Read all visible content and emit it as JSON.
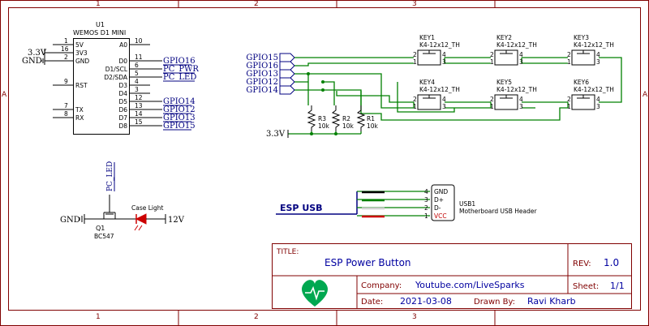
{
  "frame": {
    "columns": [
      "1",
      "2",
      "3"
    ],
    "rows": [
      "A",
      "A"
    ]
  },
  "u1": {
    "ref": "U1",
    "name": "WEMOS D1 MINI",
    "left_pins": [
      {
        "num": "1",
        "label": "5V"
      },
      {
        "num": "16",
        "label": "3V3"
      },
      {
        "num": "2",
        "label": "GND"
      },
      {
        "num": "9",
        "label": "RST"
      },
      {
        "num": "7",
        "label": "TX"
      },
      {
        "num": "8",
        "label": "RX"
      }
    ],
    "right_pins": [
      {
        "num": "10",
        "label": "A0"
      },
      {
        "num": "11",
        "label": "D0"
      },
      {
        "num": "6",
        "label": "D1/SCL"
      },
      {
        "num": "5",
        "label": "D2/SDA"
      },
      {
        "num": "4",
        "label": "D3"
      },
      {
        "num": "3",
        "label": "D4"
      },
      {
        "num": "12",
        "label": "D5"
      },
      {
        "num": "13",
        "label": "D6"
      },
      {
        "num": "14",
        "label": "D7"
      },
      {
        "num": "15",
        "label": "D8"
      }
    ],
    "net_labels": [
      "GPIO16",
      "PC_PWR",
      "PC_LED",
      "GPIO14",
      "GPIO12",
      "GPIO13",
      "GPIO15"
    ],
    "power_left": [
      "3.3V",
      "GND"
    ]
  },
  "gpio_ports": [
    "GPIO15",
    "GPIO16",
    "GPIO13",
    "GPIO12",
    "GPIO14"
  ],
  "switches": [
    {
      "ref": "KEY1",
      "value": "K4-12x12_TH"
    },
    {
      "ref": "KEY2",
      "value": "K4-12x12_TH"
    },
    {
      "ref": "KEY3",
      "value": "K4-12x12_TH"
    },
    {
      "ref": "KEY4",
      "value": "K4-12x12_TH"
    },
    {
      "ref": "KEY5",
      "value": "K4-12x12_TH"
    },
    {
      "ref": "KEY6",
      "value": "K4-12x12_TH"
    }
  ],
  "switch_pins": [
    "1",
    "2",
    "3",
    "4"
  ],
  "resistors": [
    {
      "ref": "R3",
      "value": "10k"
    },
    {
      "ref": "R2",
      "value": "10k"
    },
    {
      "ref": "R1",
      "value": "10k"
    }
  ],
  "supply_33": "3.3V",
  "transistor": {
    "ref": "Q1",
    "part": "BC547",
    "base_net": "PC_LED",
    "ground": "GND"
  },
  "case_light": {
    "label": "Case Light",
    "supply": "12V"
  },
  "usb": {
    "ref": "USB1",
    "name": "Motherboard USB Header",
    "net": "ESP USB",
    "pins": [
      {
        "num": "4",
        "label": "GND"
      },
      {
        "num": "3",
        "label": "D+"
      },
      {
        "num": "2",
        "label": "D-"
      },
      {
        "num": "1",
        "label": "VCC"
      }
    ],
    "wire_colors": [
      "#000000",
      "#008000",
      "#ffffff",
      "#cc0000"
    ]
  },
  "title_block": {
    "title_label": "TITLE:",
    "title": "ESP Power Button",
    "rev_label": "REV:",
    "rev": "1.0",
    "company_label": "Company:",
    "company": "Youtube.com/LiveSparks",
    "sheet_label": "Sheet:",
    "sheet": "1/1",
    "date_label": "Date:",
    "date": "2021-03-08",
    "drawn_label": "Drawn By:",
    "drawn": "Ravi Kharb"
  },
  "colors": {
    "wire": "#008000",
    "border": "#800000",
    "net_label": "#000080",
    "led": "#cc0000",
    "heart": "#00a850"
  }
}
